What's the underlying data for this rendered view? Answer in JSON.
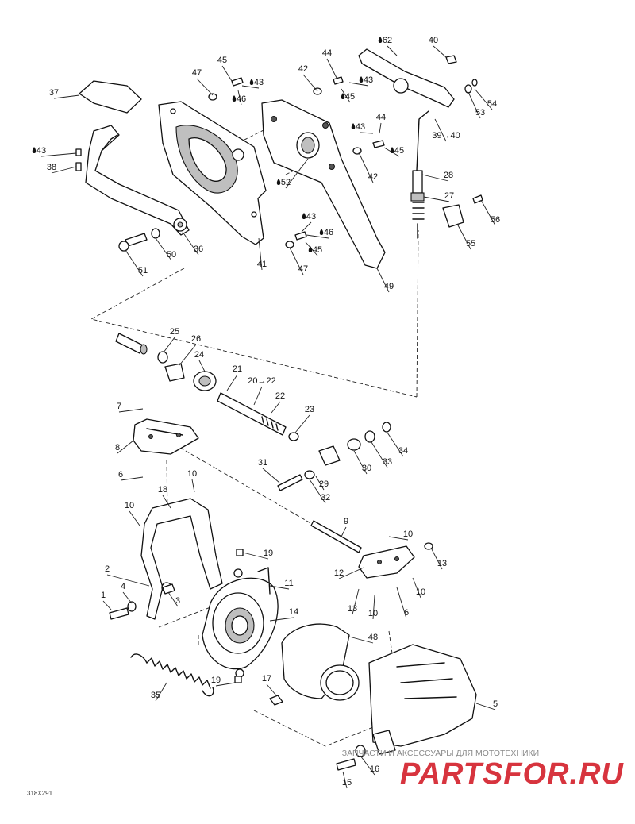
{
  "diagram": {
    "drawing_code": "318X291",
    "callouts": [
      {
        "text": "62",
        "drop": true
      },
      {
        "text": "40"
      },
      {
        "text": "45"
      },
      {
        "text": "44"
      },
      {
        "text": "47"
      },
      {
        "text": "43",
        "drop": true
      },
      {
        "text": "42"
      },
      {
        "text": "43",
        "drop": true
      },
      {
        "text": "37"
      },
      {
        "text": "46",
        "drop": true
      },
      {
        "text": "45",
        "drop": true
      },
      {
        "text": "54"
      },
      {
        "text": "53"
      },
      {
        "text": "39→40"
      },
      {
        "text": "43",
        "drop": true
      },
      {
        "text": "44"
      },
      {
        "text": "45",
        "drop": true
      },
      {
        "text": "42"
      },
      {
        "text": "43",
        "drop": true
      },
      {
        "text": "38"
      },
      {
        "text": "52",
        "drop": true
      },
      {
        "text": "28"
      },
      {
        "text": "27"
      },
      {
        "text": "56"
      },
      {
        "text": "55"
      },
      {
        "text": "43",
        "drop": true
      },
      {
        "text": "46",
        "drop": true
      },
      {
        "text": "45",
        "drop": true
      },
      {
        "text": "47"
      },
      {
        "text": "49"
      },
      {
        "text": "51"
      },
      {
        "text": "50"
      },
      {
        "text": "36"
      },
      {
        "text": "41"
      },
      {
        "text": "25"
      },
      {
        "text": "26"
      },
      {
        "text": "24"
      },
      {
        "text": "21"
      },
      {
        "text": "20→22"
      },
      {
        "text": "22"
      },
      {
        "text": "7"
      },
      {
        "text": "23"
      },
      {
        "text": "8"
      },
      {
        "text": "6"
      },
      {
        "text": "31"
      },
      {
        "text": "29"
      },
      {
        "text": "30"
      },
      {
        "text": "33"
      },
      {
        "text": "34"
      },
      {
        "text": "32"
      },
      {
        "text": "18"
      },
      {
        "text": "10"
      },
      {
        "text": "10"
      },
      {
        "text": "9"
      },
      {
        "text": "10"
      },
      {
        "text": "19"
      },
      {
        "text": "12"
      },
      {
        "text": "13"
      },
      {
        "text": "2"
      },
      {
        "text": "11"
      },
      {
        "text": "4"
      },
      {
        "text": "1"
      },
      {
        "text": "3"
      },
      {
        "text": "13"
      },
      {
        "text": "10"
      },
      {
        "text": "10"
      },
      {
        "text": "6"
      },
      {
        "text": "14"
      },
      {
        "text": "48"
      },
      {
        "text": "17"
      },
      {
        "text": "19"
      },
      {
        "text": "35"
      },
      {
        "text": "5"
      },
      {
        "text": "16"
      },
      {
        "text": "15"
      }
    ]
  },
  "watermark": {
    "tagline": "ЗАПЧАСТИ И АКСЕССУАРЫ ДЛЯ МОТОТЕХНИКИ",
    "brand": "PARTSFOR.RU"
  },
  "colors": {
    "line": "#111111",
    "background": "#ffffff",
    "watermark_red": "#d31f2a",
    "watermark_gray": "#8a8a8a"
  }
}
